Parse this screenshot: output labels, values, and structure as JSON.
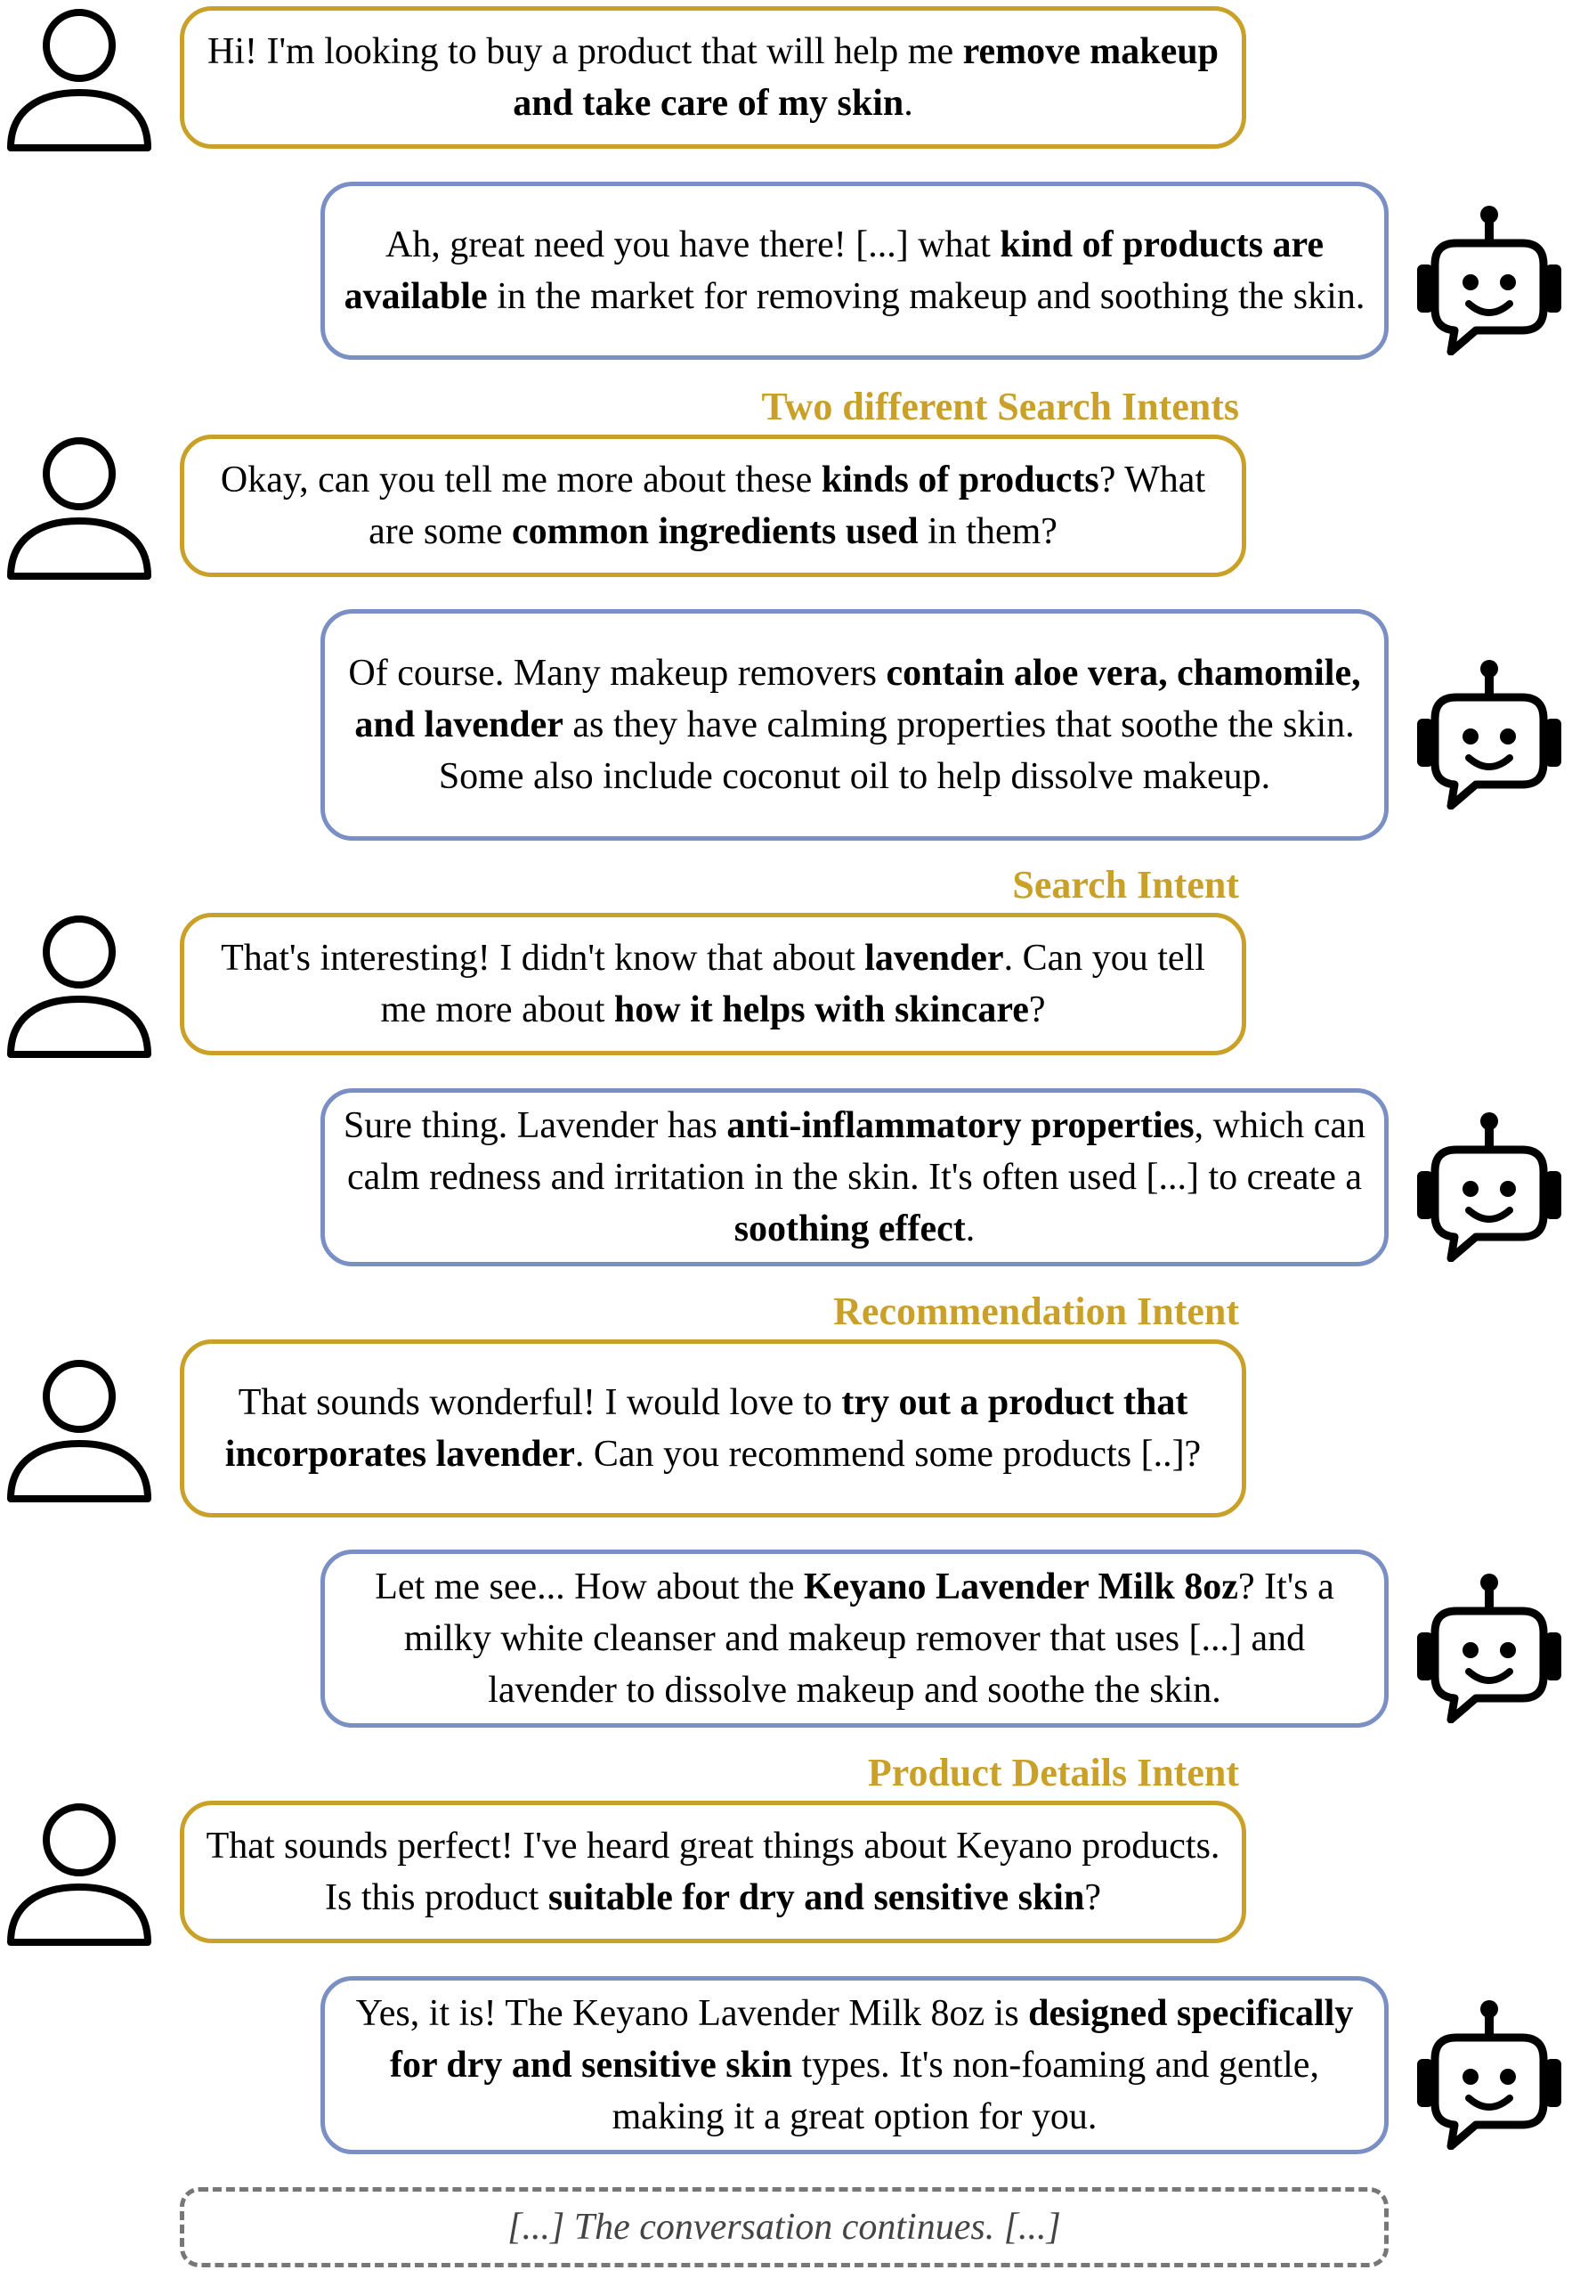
{
  "dialogue": [
    {
      "speaker": "user",
      "runs": [
        {
          "t": "Hi! I'm looking to buy a product that will help me "
        },
        {
          "t": "remove makeup and take care of my skin",
          "b": true
        },
        {
          "t": "."
        }
      ]
    },
    {
      "speaker": "bot",
      "runs": [
        {
          "t": "Ah, great need you have there! [...] what "
        },
        {
          "t": "kind of products are available",
          "b": true
        },
        {
          "t": " in the market for removing makeup and soothing the skin."
        }
      ]
    },
    {
      "speaker": "user",
      "intent": "Two different Search Intents",
      "runs": [
        {
          "t": "Okay, can you tell me more about these "
        },
        {
          "t": "kinds of products",
          "b": true
        },
        {
          "t": "? What are some "
        },
        {
          "t": "common ingredients used",
          "b": true
        },
        {
          "t": " in them?"
        }
      ]
    },
    {
      "speaker": "bot",
      "runs": [
        {
          "t": "Of course. Many makeup removers "
        },
        {
          "t": "contain aloe vera, chamomile, and lavender",
          "b": true
        },
        {
          "t": " as they have calming properties that soothe the skin. Some also include coconut oil to help dissolve makeup."
        }
      ]
    },
    {
      "speaker": "user",
      "intent": "Search Intent",
      "runs": [
        {
          "t": "That's interesting! I didn't know that about "
        },
        {
          "t": "lavender",
          "b": true
        },
        {
          "t": ". Can you tell me more about "
        },
        {
          "t": "how it helps with skincare",
          "b": true
        },
        {
          "t": "?"
        }
      ]
    },
    {
      "speaker": "bot",
      "runs": [
        {
          "t": "Sure thing. Lavender has "
        },
        {
          "t": "anti-inflammatory properties",
          "b": true
        },
        {
          "t": ", which can calm redness and irritation in the skin. It's often used [...] to create a "
        },
        {
          "t": "soothing effect",
          "b": true
        },
        {
          "t": "."
        }
      ]
    },
    {
      "speaker": "user",
      "intent": "Recommendation Intent",
      "runs": [
        {
          "t": "That sounds wonderful! I would love to "
        },
        {
          "t": "try out a product that incorporates lavender",
          "b": true
        },
        {
          "t": ". Can you recommend some products [..]?"
        }
      ]
    },
    {
      "speaker": "bot",
      "runs": [
        {
          "t": "Let me see... How about the "
        },
        {
          "t": "Keyano Lavender Milk 8oz",
          "b": true
        },
        {
          "t": "? It's a milky white cleanser and makeup remover that uses [...] and lavender to dissolve makeup and soothe the skin."
        }
      ]
    },
    {
      "speaker": "user",
      "intent": "Product Details Intent",
      "runs": [
        {
          "t": "That sounds perfect! I've heard great things about Keyano products. Is this product "
        },
        {
          "t": "suitable for dry and sensitive skin",
          "b": true
        },
        {
          "t": "?"
        }
      ]
    },
    {
      "speaker": "bot",
      "runs": [
        {
          "t": "Yes, it is! The Keyano Lavender Milk 8oz is "
        },
        {
          "t": "designed specifically for dry and sensitive skin",
          "b": true
        },
        {
          "t": " types. It's non-foaming and gentle, making it a great option for you."
        }
      ]
    }
  ],
  "continuation": "[...] The conversation continues. [...]",
  "colors": {
    "user_border": "#C9A028",
    "bot_border": "#7A8FC4",
    "intent_text": "#C9A028",
    "dashed_border": "#777777"
  },
  "icons": {
    "user": "person-outline-icon",
    "bot": "robot-chat-icon"
  }
}
